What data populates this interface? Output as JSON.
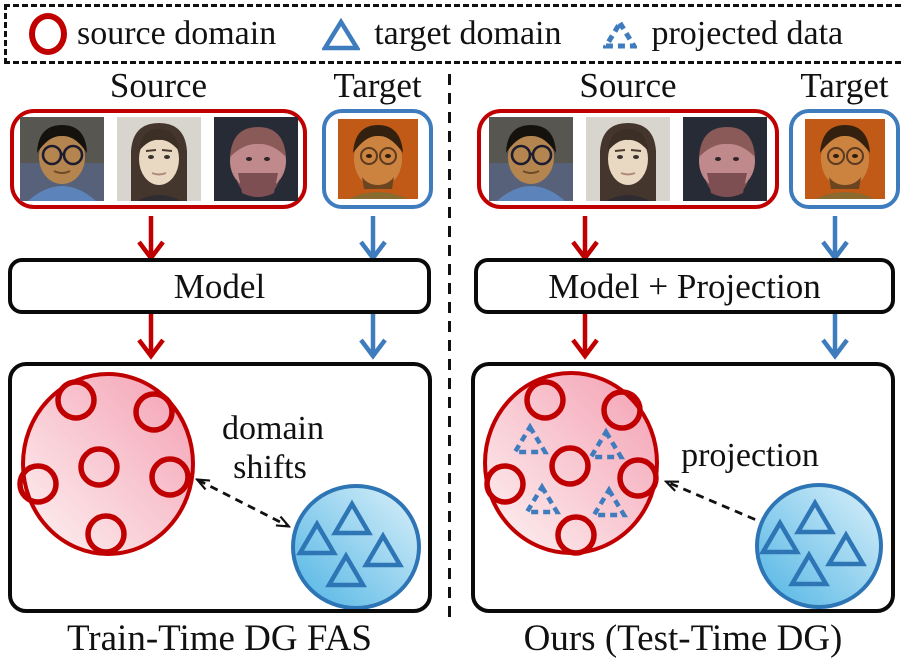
{
  "legend": {
    "items": [
      {
        "label": "source domain",
        "icon": "red-circle-outline"
      },
      {
        "label": "target domain",
        "icon": "blue-triangle"
      },
      {
        "label": "projected data",
        "icon": "blue-dashed-triangle"
      }
    ]
  },
  "panels": [
    {
      "source_label": "Source",
      "target_label": "Target",
      "model_label": "Model",
      "annotation_line1": "domain",
      "annotation_line2": "shifts",
      "caption": "Train-Time DG FAS"
    },
    {
      "source_label": "Source",
      "target_label": "Target",
      "model_label": "Model + Projection",
      "annotation_line1": "projection",
      "caption": "Ours (Test-Time DG)"
    }
  ],
  "colors": {
    "source_red": "#C00000",
    "target_blue": "#3E7CBE",
    "cluster_blue_stroke": "#2E75B6",
    "line_black": "#111111"
  }
}
